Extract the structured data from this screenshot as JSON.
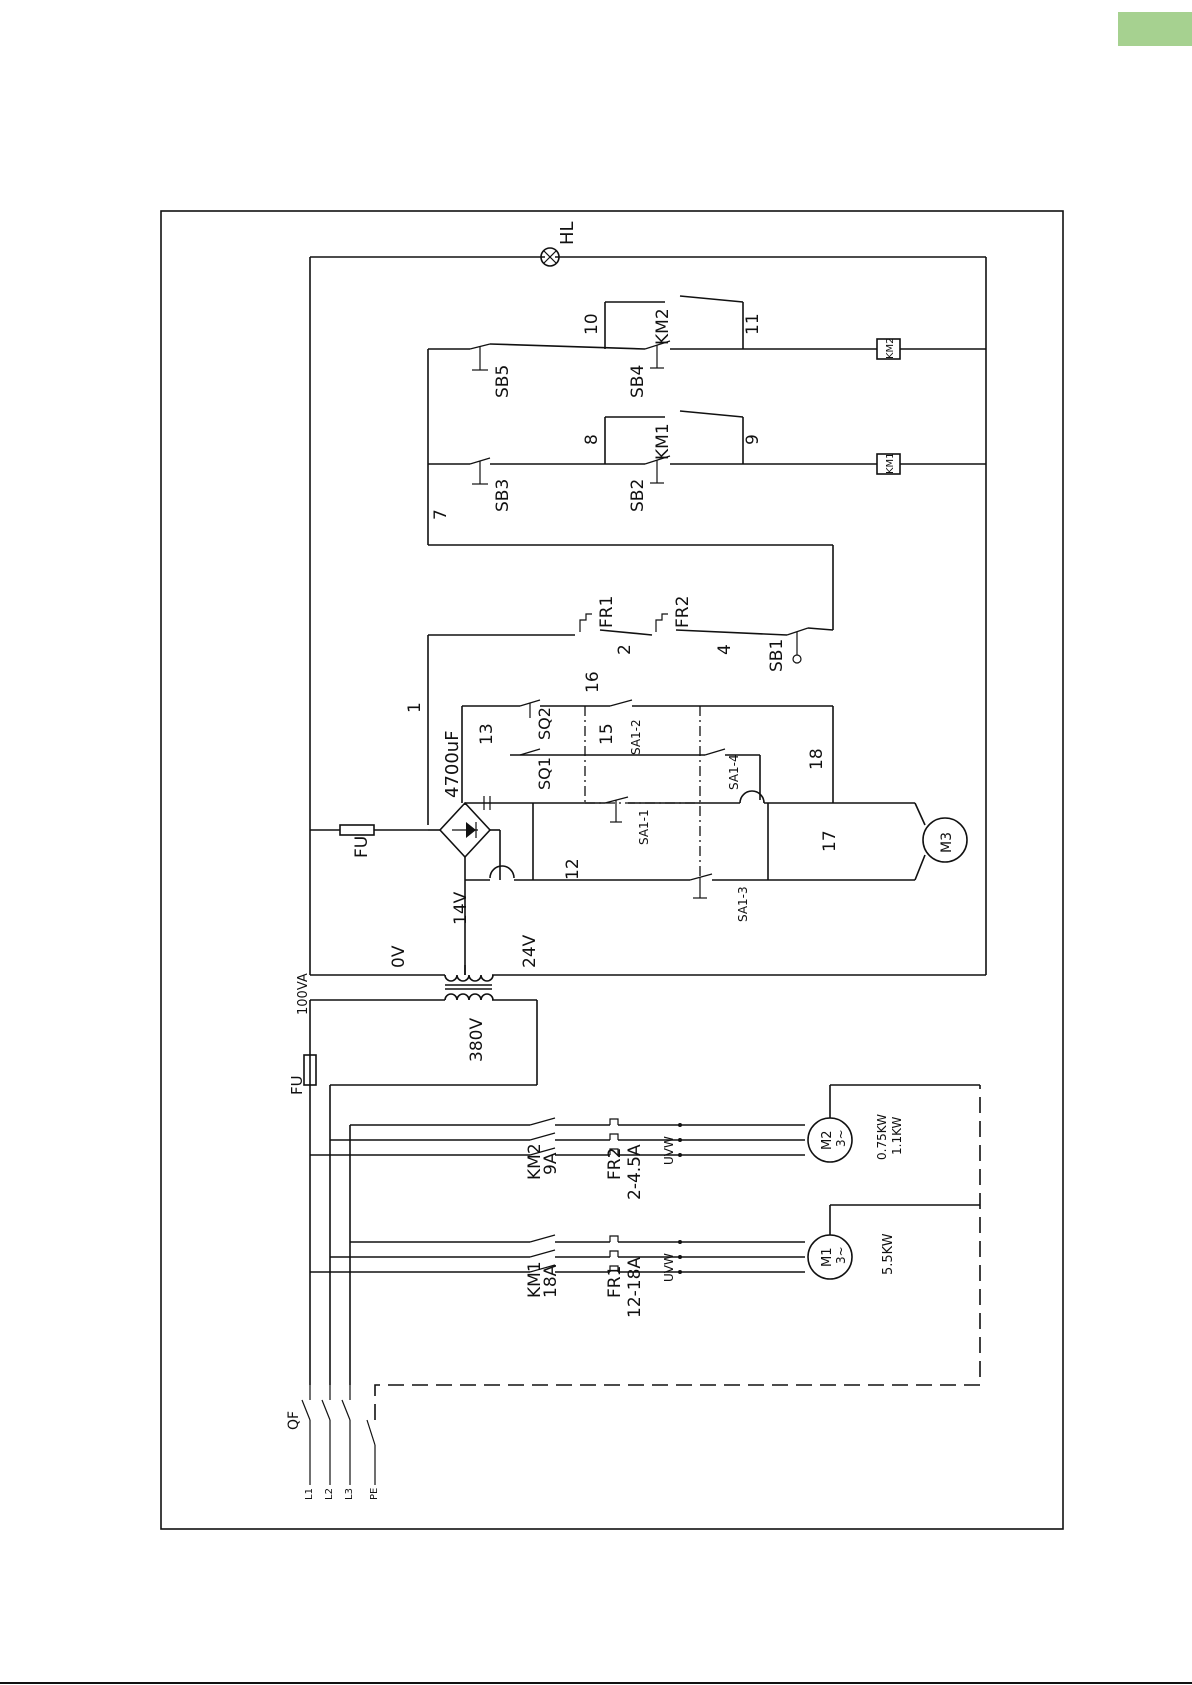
{
  "colors": {
    "accent_tab": "#a6d190",
    "ink": "#111111",
    "paper": "#ffffff"
  },
  "labels": {
    "hl": "HL",
    "n10": "10",
    "n11": "11",
    "n8": "8",
    "n9": "9",
    "n7": "7",
    "km2_contact": "KM2",
    "km1_contact": "KM1",
    "sb5": "SB5",
    "sb4": "SB4",
    "sb3": "SB3",
    "sb2": "SB2",
    "km2_coil": "KM2",
    "km1_coil": "KM1",
    "fr1_contact": "FR1",
    "fr2_contact": "FR2",
    "n2": "2",
    "n4": "4",
    "sb1": "SB1",
    "n1": "1",
    "n16": "16",
    "n13": "13",
    "n15": "15",
    "sq2": "SQ2",
    "sq1": "SQ1",
    "sa1_2": "SA1-2",
    "sa1_4": "SA1-4",
    "sa1_1": "SA1-1",
    "sa1_3": "SA1-3",
    "cap": "4700uF",
    "n18": "18",
    "n17": "17",
    "n12": "12",
    "m3": "M3",
    "fu_ctrl": "FU",
    "v14": "14V",
    "v0": "0V",
    "v24": "24V",
    "va100": "100VA",
    "v380": "380V",
    "fu_main": "FU",
    "m2": "M2",
    "m2_phase": "3~",
    "m2_power_a": "0.75KW",
    "m2_power_b": "1.1KW",
    "km2_main": "KM2",
    "km2_rating": "9A",
    "fr2_main": "FR2",
    "fr2_rating": "2-4.5A",
    "uvw2": "UVW",
    "m1": "M1",
    "m1_phase": "3~",
    "m1_power": "5.5KW",
    "km1_main": "KM1",
    "km1_rating": "18A",
    "fr1_main": "FR1",
    "fr1_rating": "12-18A",
    "uvw1": "UVW",
    "qf": "QF",
    "l1": "L1",
    "l2": "L2",
    "l3": "L3",
    "pe": "PE"
  }
}
